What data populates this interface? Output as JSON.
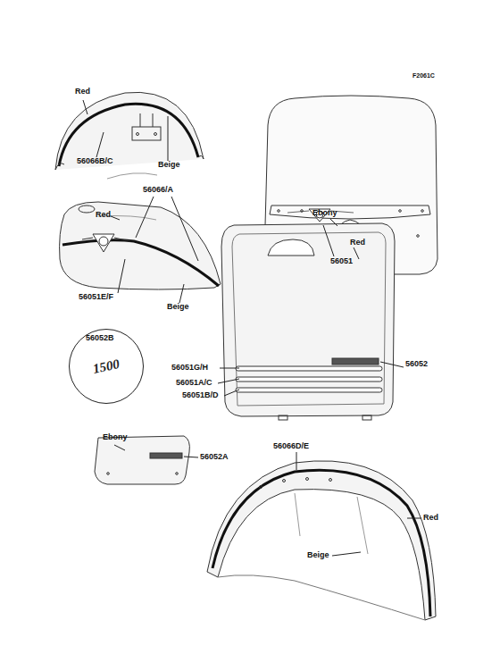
{
  "diagram": {
    "nodes": [
      {
        "text": [
          "1500"
        ]
      }
    ],
    "labels": [
      "F2061C",
      "Red",
      "56066B/C",
      "Beige",
      "Red",
      "56066/A",
      "56051E/F",
      "Beige",
      "56051",
      "56052B",
      "Ebony",
      "Red",
      "56051G/H",
      "56051A/C",
      "56051B/D",
      "56052",
      "Ebony",
      "56052A",
      "56066D/E",
      "Red",
      "Beige"
    ]
  }
}
